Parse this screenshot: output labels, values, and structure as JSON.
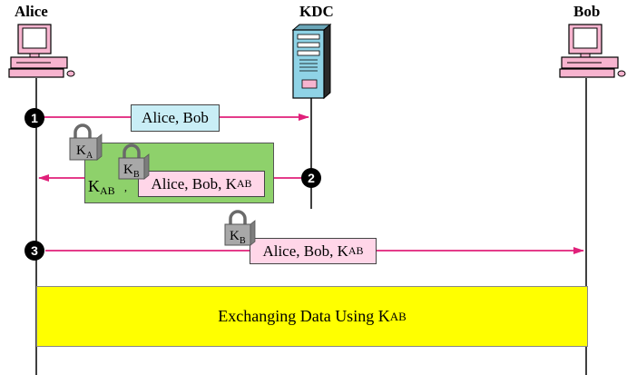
{
  "parties": {
    "alice": "Alice",
    "kdc": "KDC",
    "bob": "Bob"
  },
  "steps": [
    "1",
    "2",
    "3"
  ],
  "messages": {
    "m1": "Alice, Bob",
    "m2_inner_text": "Alice, Bob, K",
    "m2_inner_sub": "AB",
    "m2_outer_text": "K",
    "m2_outer_sub": "AB",
    "m2_separator": ",",
    "m3_text": "Alice, Bob, K",
    "m3_sub": "AB"
  },
  "locks": {
    "lock_a": {
      "main": "K",
      "sub": "A"
    },
    "lock_b_inner": {
      "main": "K",
      "sub": "B"
    },
    "lock_b_msg3": {
      "main": "K",
      "sub": "B"
    }
  },
  "exchange": {
    "text": "Exchanging Data Using K",
    "sub": "AB"
  },
  "colors": {
    "arrow": "#e0207a",
    "m1_fill": "#c9eef6",
    "pink_fill": "#ffd6e8",
    "green_fill": "#8ed16b",
    "yellow_fill": "#ffff00",
    "lock_fill": "#a8a8a8",
    "pc_pink": "#f7b4cf",
    "kdc_cyan": "#8fd3e6"
  }
}
